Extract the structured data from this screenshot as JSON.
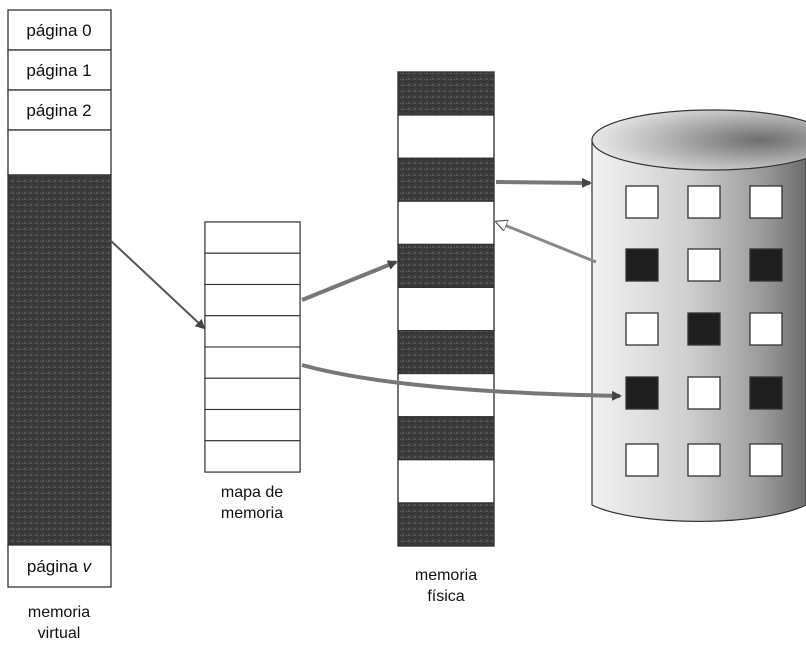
{
  "virtual_memory": {
    "pages": [
      "página 0",
      "página 1",
      "página 2"
    ],
    "last_page_prefix": "página ",
    "last_page_var": "v",
    "caption_line1": "memoria",
    "caption_line2": "virtual"
  },
  "memory_map": {
    "caption_line1": "mapa de",
    "caption_line2": "memoria"
  },
  "physical_memory": {
    "caption_line1": "memoria",
    "caption_line2": "física"
  },
  "disk": {
    "grid": [
      [
        "empty",
        "empty",
        "empty"
      ],
      [
        "filled",
        "empty",
        "filled"
      ],
      [
        "empty",
        "filled",
        "empty"
      ],
      [
        "filled",
        "empty",
        "filled"
      ],
      [
        "empty",
        "empty",
        "empty"
      ]
    ]
  },
  "colors": {
    "dark_fill": "#3a3a3a",
    "page_fill": "#ffffff",
    "frame_dark": "#4a4a4a",
    "disk_body": "#d9d9d9",
    "arrow": "#555555"
  }
}
